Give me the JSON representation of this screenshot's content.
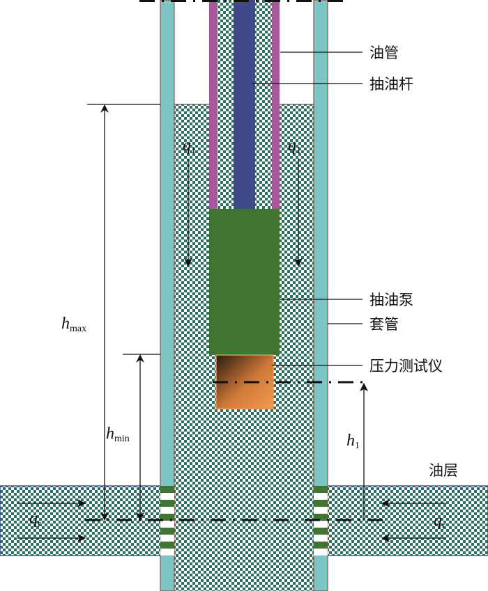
{
  "colors": {
    "casing": "#7cc5c5",
    "tubing": "#a8589a",
    "rod": "#404a8a",
    "pump": "#3f7432",
    "gauge": "#f0904a",
    "fluid": "#2e7060"
  },
  "labels": {
    "tubing": "油管",
    "rod": "抽油杆",
    "pump": "抽油泵",
    "casing": "套管",
    "gauge": "压力测试仪",
    "reservoir": "油层"
  },
  "symbols": {
    "hmax": {
      "main": "h",
      "sub": "max"
    },
    "hmin": {
      "main": "h",
      "sub": "min"
    },
    "h1": {
      "main": "h",
      "sub": "1"
    },
    "q1": {
      "main": "q",
      "sub": "1"
    },
    "qr": {
      "main": "q",
      "sub": "r"
    }
  }
}
